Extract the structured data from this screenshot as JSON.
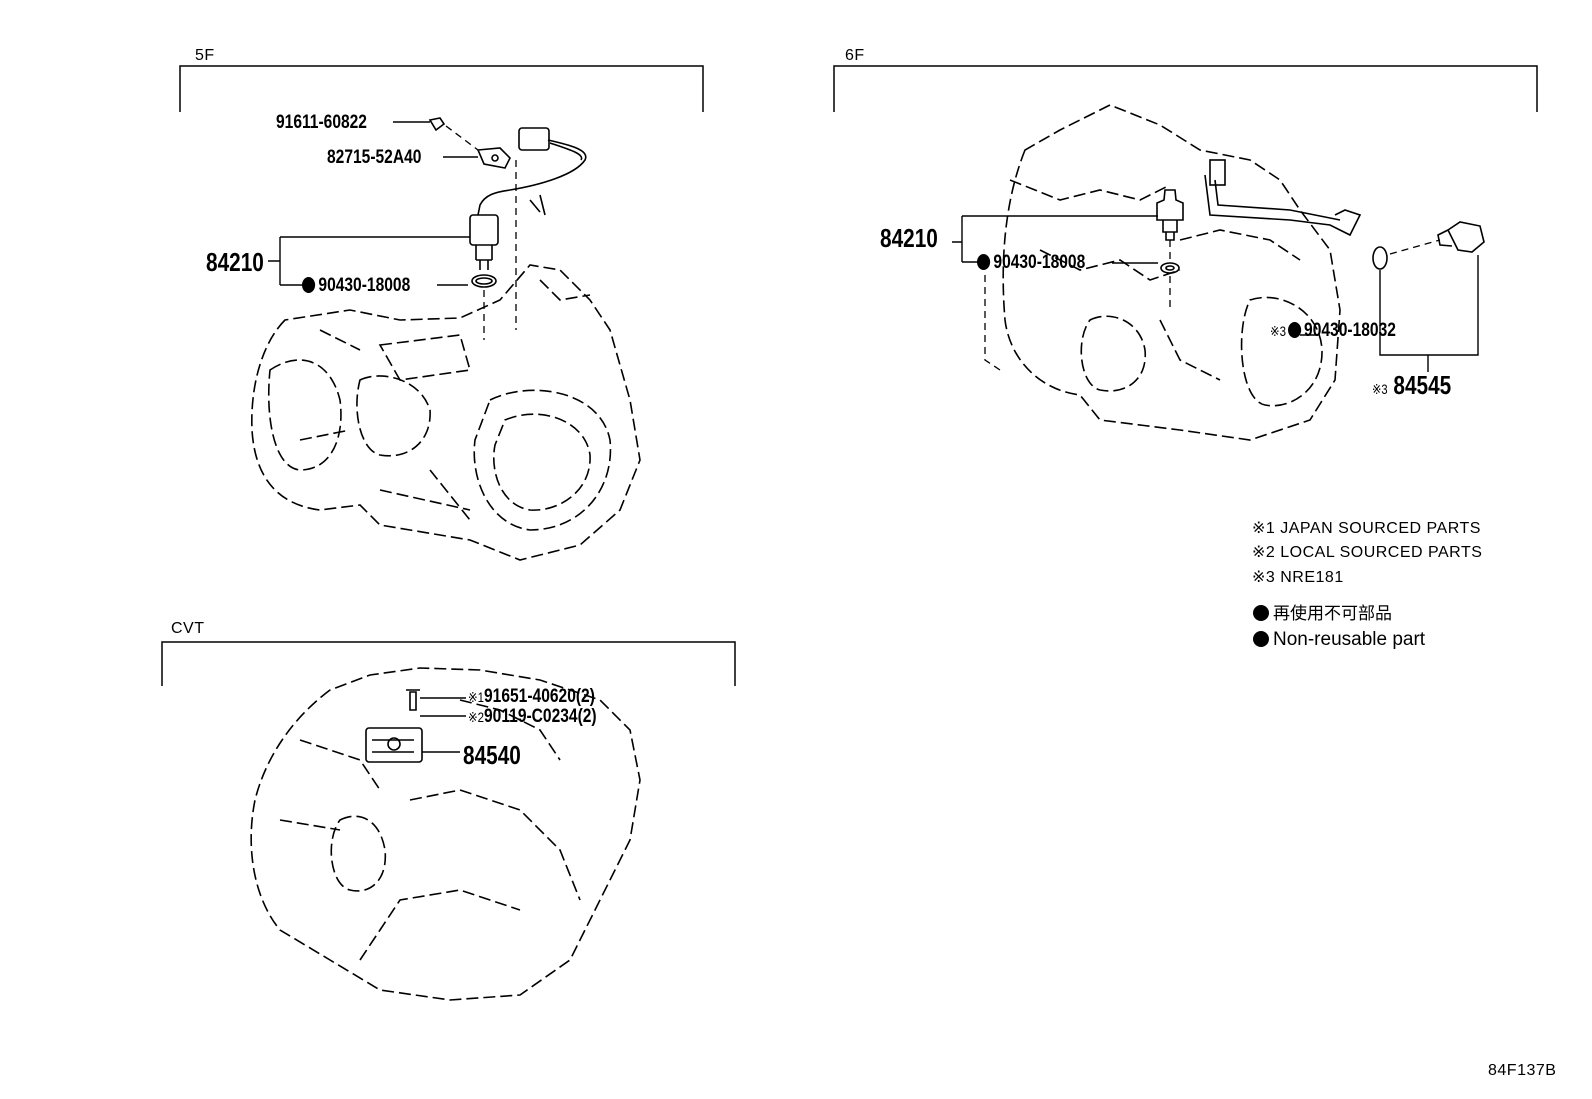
{
  "sections": {
    "five_f": "5F",
    "six_f": "6F",
    "cvt": "CVT"
  },
  "five_f": {
    "bolt": "91611-60822",
    "clamp": "82715-52A40",
    "sensor": "84210",
    "gasket": "90430-18008"
  },
  "six_f": {
    "sensor": "84210",
    "gasket": "90430-18008",
    "gasket2_mark": "※3",
    "gasket2": "90430-18032",
    "switch_mark": "※3",
    "switch": "84545"
  },
  "cvt": {
    "bolt1_mark": "※1",
    "bolt1": "91651-40620(2)",
    "bolt2_mark": "※2",
    "bolt2": "90119-C0234(2)",
    "switch": "84540"
  },
  "legend": {
    "note1": "※1 JAPAN SOURCED PARTS",
    "note2": "※2 LOCAL SOURCED PARTS",
    "note3": "※3 NRE181",
    "nonreusable_ja": "再使用不可部品",
    "nonreusable_en": "Non-reusable part"
  },
  "diagram_code": "84F137B"
}
